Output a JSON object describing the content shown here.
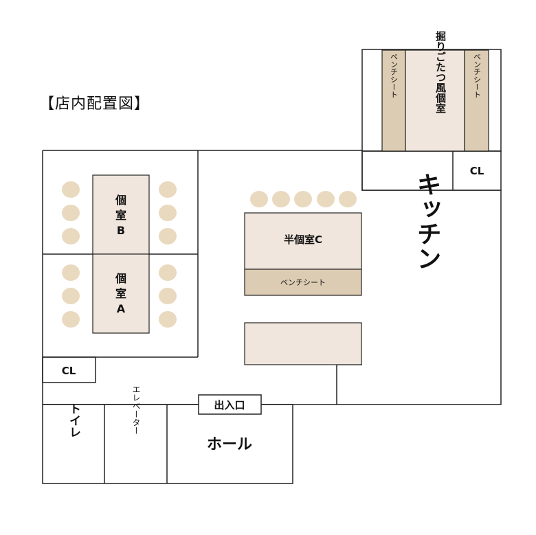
{
  "title": "【店内配置図】",
  "rooms": {
    "horigotatsu": "掘りごたつ風個室",
    "bench_left": "ベンチシート",
    "bench_right": "ベンチシート",
    "cl_top": "CL",
    "private_b_line1": "個",
    "private_b_line2": "室",
    "private_b_line3": "B",
    "private_a_line1": "個",
    "private_a_line2": "室",
    "private_a_line3": "A",
    "semi_private_c": "半個室C",
    "bench_c": "ベンチシート",
    "kitchen": "キッチン",
    "cl_bottom": "CL",
    "entrance": "出入口",
    "toilet": "トイレ",
    "elevator": "エレベーター",
    "hall": "ホール"
  },
  "colors": {
    "table": "#f0e6dd",
    "bench": "#dcccb3",
    "stool": "#e9d9be",
    "wall": "#222222"
  }
}
